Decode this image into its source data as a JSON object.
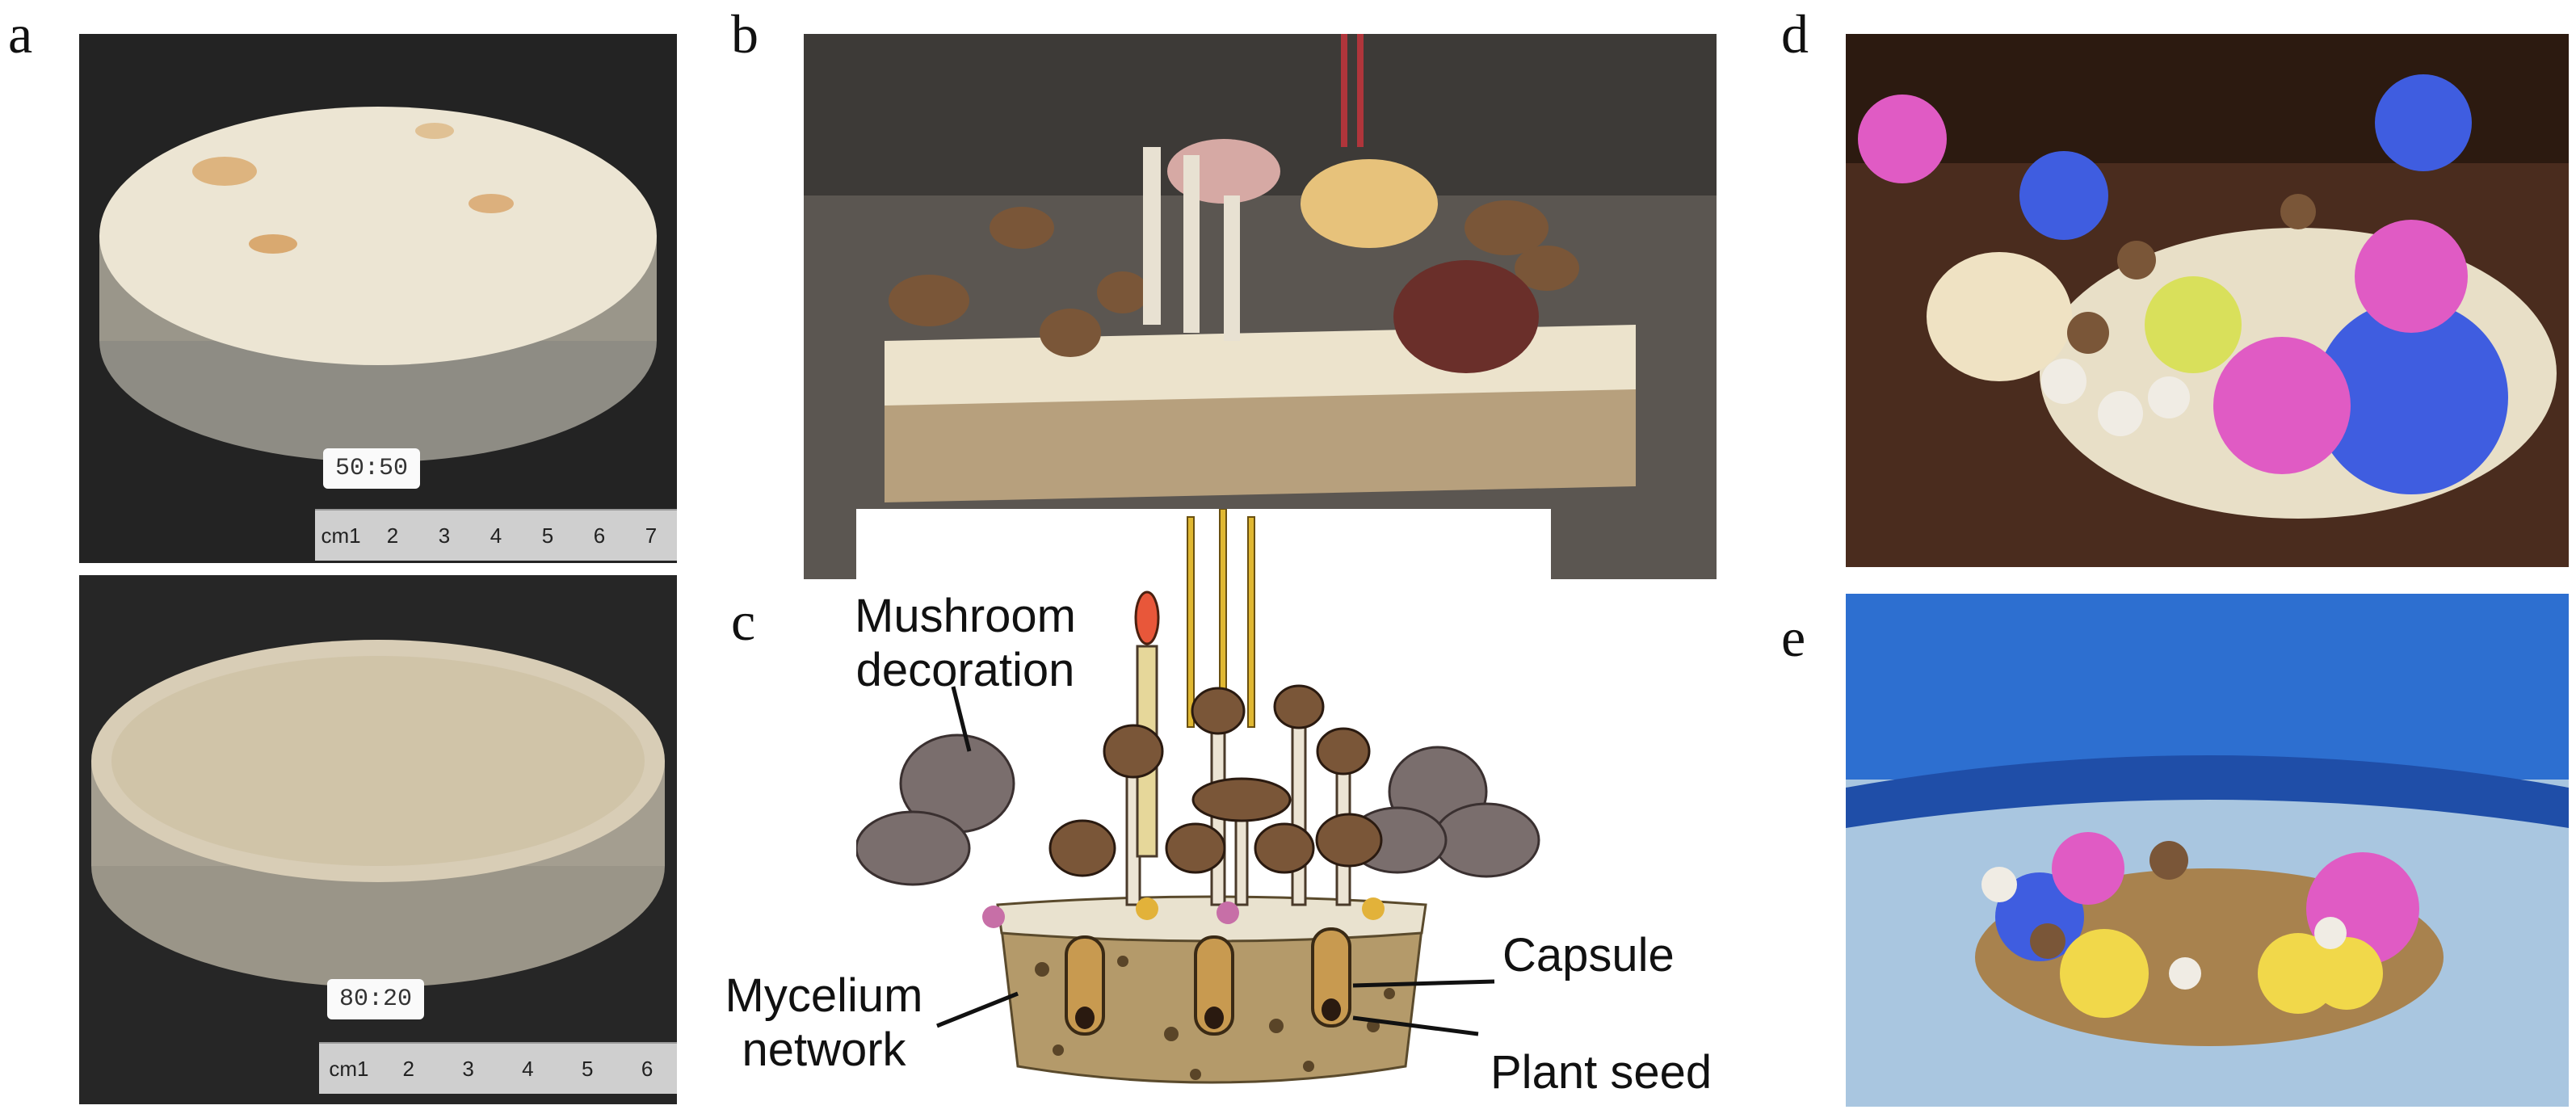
{
  "panels": {
    "a": {
      "letter": "a",
      "top_tag": "50:50",
      "bottom_tag": "80:20",
      "top_ruler": [
        "cm1",
        "2",
        "3",
        "4",
        "5",
        "6",
        "7"
      ],
      "bottom_ruler": [
        "cm1",
        "2",
        "3",
        "4",
        "5",
        "6"
      ]
    },
    "b": {
      "letter": "b"
    },
    "c": {
      "letter": "c",
      "labels": {
        "decoration": "Mushroom decoration",
        "capsule": "Capsule",
        "network": "Mycelium network",
        "seed": "Plant seed"
      }
    },
    "d": {
      "letter": "d"
    },
    "e": {
      "letter": "e"
    }
  },
  "colors": {
    "mycelium": "#e9e2cf",
    "substrate": "#b49a6a",
    "mushroom_cap": "#7a5638",
    "flower_pink": "#e05bc4",
    "flower_blue": "#3f5de0",
    "flower_yellow": "#f1d84a",
    "water": "#2d6fd0",
    "background_dark": "#1a1a1a"
  }
}
